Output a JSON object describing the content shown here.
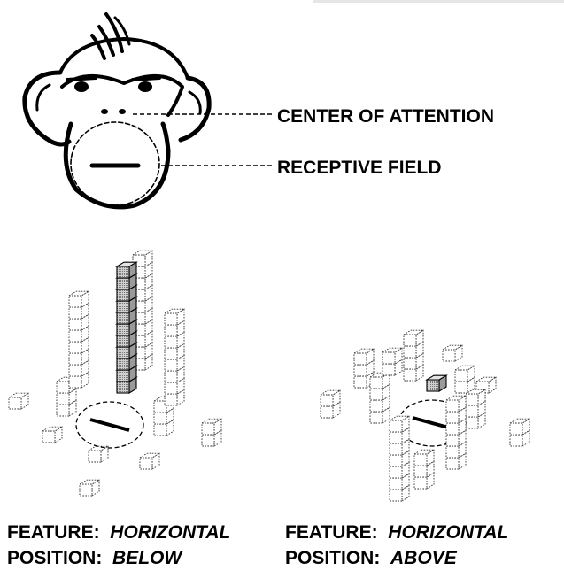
{
  "annotations": {
    "center_of_attention": "CENTER OF ATTENTION",
    "receptive_field": "RECEPTIVE FIELD"
  },
  "panels": [
    {
      "feature_key": "FEATURE:",
      "feature_value": "HORIZONTAL",
      "position_key": "POSITION:",
      "position_value": "BELOW"
    },
    {
      "feature_key": "FEATURE:",
      "feature_value": "HORIZONTAL",
      "position_key": "POSITION:",
      "position_value": "ABOVE"
    }
  ],
  "colors": {
    "ink": "#000000",
    "highlight_fill": "#b8b8b8",
    "dotted": "#555555"
  }
}
